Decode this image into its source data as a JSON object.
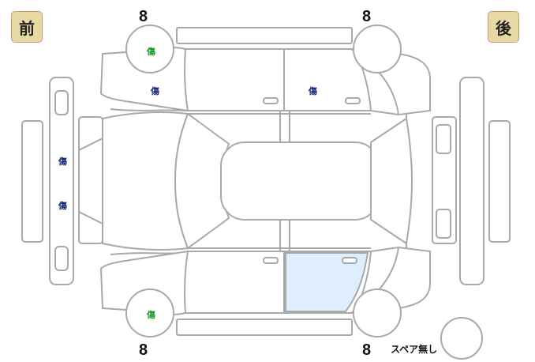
{
  "labels": {
    "front": "前",
    "rear": "後",
    "spare": "スペア無し"
  },
  "tire_depths": {
    "front_left": "8",
    "rear_left": "8",
    "front_right": "8",
    "rear_right": "8"
  },
  "damage_marks": [
    {
      "part": "front-left-wheel",
      "label": "傷",
      "color": "#1f9a2b"
    },
    {
      "part": "front-left-fender",
      "label": "傷",
      "color": "#1c2a7a"
    },
    {
      "part": "rear-left-door",
      "label": "傷",
      "color": "#1c2a7a"
    },
    {
      "part": "front-bumper-upper",
      "label": "傷",
      "color": "#1c2a7a"
    },
    {
      "part": "front-bumper-lower",
      "label": "傷",
      "color": "#1c2a7a"
    },
    {
      "part": "front-right-wheel",
      "label": "傷",
      "color": "#1f9a2b"
    }
  ],
  "highlighted_panel": {
    "part": "rear-right-door",
    "color": "#deeefc"
  },
  "colors": {
    "outline": "#a9a9a9",
    "badge_fill": "#e6d9a4"
  }
}
